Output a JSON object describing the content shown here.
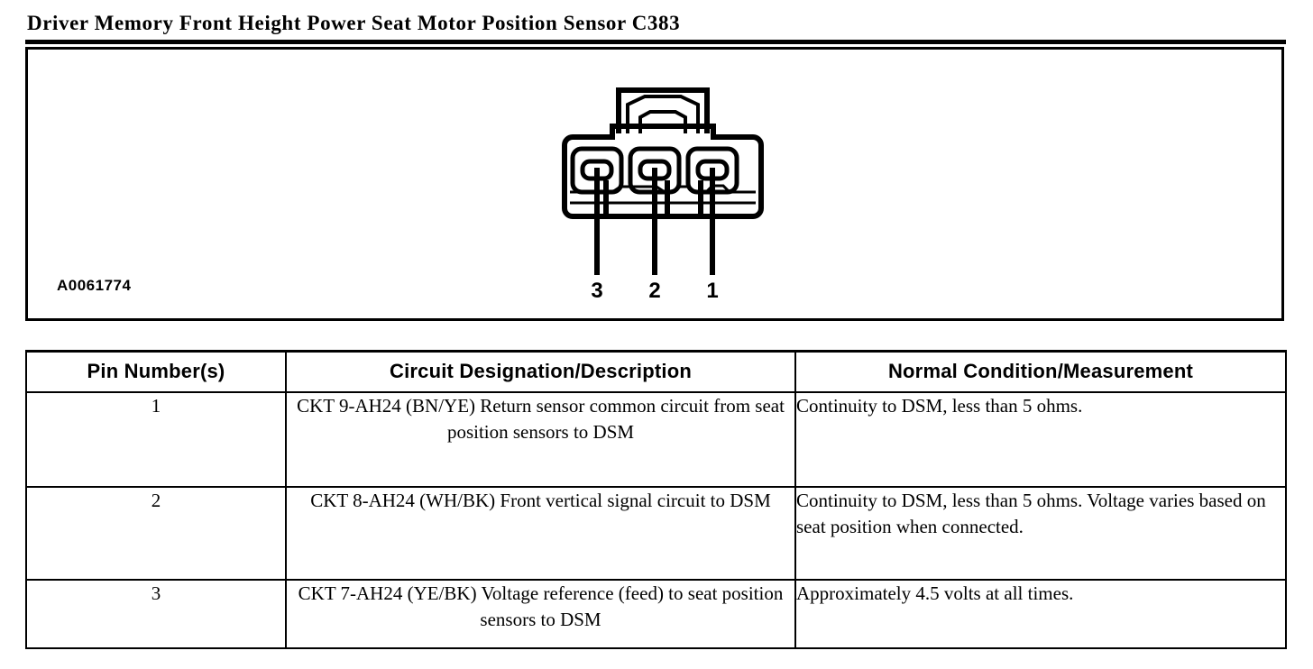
{
  "document": {
    "title": "Driver Memory Front Height Power Seat Motor Position Sensor C383",
    "image_id": "A0061774"
  },
  "connector": {
    "cavity_count": 3,
    "pin_labels": [
      "3",
      "2",
      "1"
    ],
    "line_color": "#000000"
  },
  "table": {
    "headers": [
      "Pin Number(s)",
      "Circuit Designation/Description",
      "Normal Condition/Measurement"
    ],
    "rows": [
      {
        "pin": "1",
        "description": "CKT 9-AH24 (BN/YE) Return sensor common circuit from seat position sensors to DSM",
        "condition": "Continuity to DSM, less than 5 ohms."
      },
      {
        "pin": "2",
        "description": "CKT 8-AH24 (WH/BK) Front vertical signal circuit to DSM",
        "condition": "Continuity to DSM, less than 5 ohms. Voltage varies based on seat position when connected."
      },
      {
        "pin": "3",
        "description": "CKT 7-AH24 (YE/BK) Voltage reference (feed) to seat position sensors to DSM",
        "condition": "Approximately 4.5 volts at all times."
      }
    ]
  }
}
